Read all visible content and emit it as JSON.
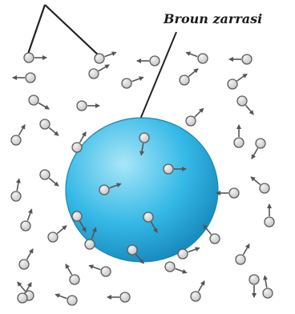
{
  "diagram": {
    "particle_label": "Broun zarrasi",
    "colors": {
      "particle_fill": "#35b9e6",
      "particle_light": "#a9e6f8",
      "particle_dark": "#1483b8",
      "molecule_fill": "#c4c4c4",
      "molecule_stroke": "#5c5c5c",
      "arrow": "#555555",
      "leader_line": "#222222"
    },
    "icons": [
      "molecule-icon",
      "velocity-arrow",
      "brownian-particle"
    ]
  }
}
